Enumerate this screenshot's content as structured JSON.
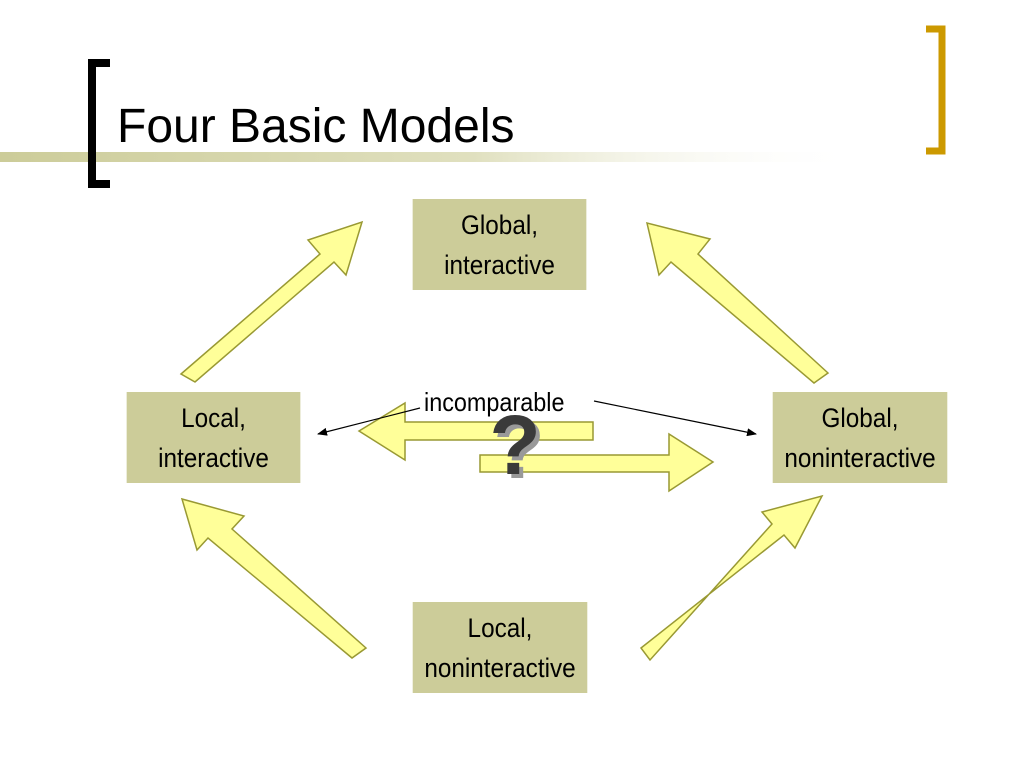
{
  "slide": {
    "title": "Four Basic Models",
    "colors": {
      "box_fill": "#cccc99",
      "arrow_fill": "#ffff99",
      "arrow_stroke": "#999933",
      "bracket_left": "#000000",
      "bracket_right": "#cc9900",
      "title_rule": "#cccc99"
    }
  },
  "nodes": {
    "global_interactive": {
      "line1": "Global,",
      "line2": "interactive"
    },
    "local_interactive": {
      "line1": "Local,",
      "line2": "interactive"
    },
    "global_noninteractive": {
      "line1": "Global,",
      "line2": "noninteractive"
    },
    "local_noninteractive": {
      "line1": "Local,",
      "line2": "noninteractive"
    }
  },
  "relation": {
    "label": "incomparable",
    "mark": "?"
  },
  "edges": [
    {
      "from": "local_interactive",
      "to": "global_interactive"
    },
    {
      "from": "global_noninteractive",
      "to": "global_interactive"
    },
    {
      "from": "local_noninteractive",
      "to": "local_interactive"
    },
    {
      "from": "local_noninteractive",
      "to": "global_noninteractive"
    }
  ]
}
